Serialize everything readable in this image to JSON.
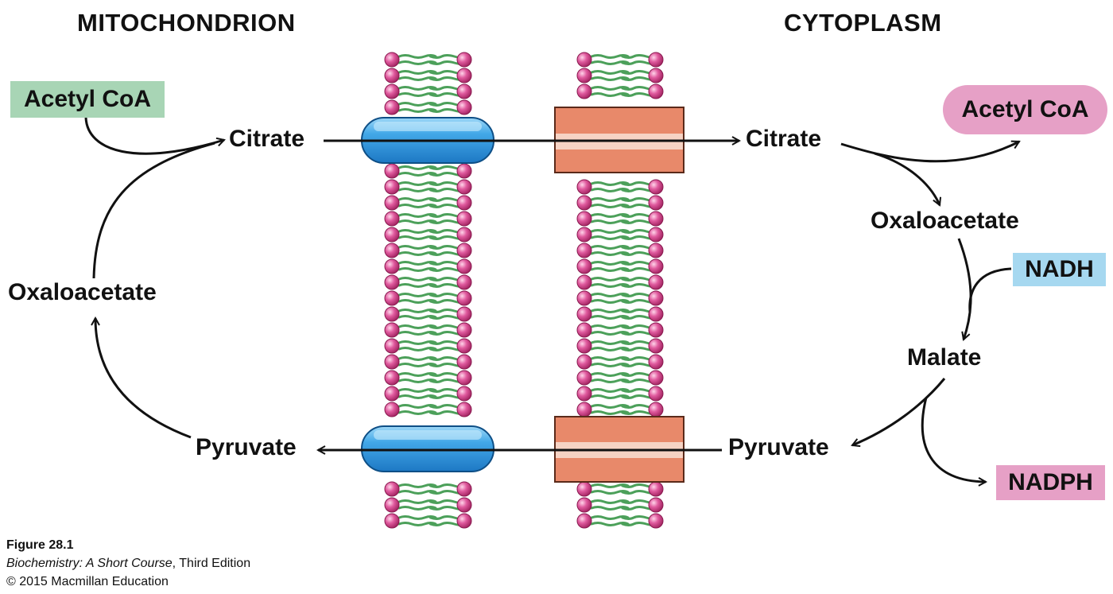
{
  "headers": {
    "left": "MITOCHONDRION",
    "right": "CYTOPLASM"
  },
  "mito": {
    "acetyl_coa": "Acetyl CoA",
    "citrate": "Citrate",
    "oxaloacetate": "Oxaloacetate",
    "pyruvate": "Pyruvate"
  },
  "cyto": {
    "acetyl_coa": "Acetyl CoA",
    "citrate": "Citrate",
    "oxaloacetate": "Oxaloacetate",
    "nadh": "NADH",
    "malate": "Malate",
    "pyruvate": "Pyruvate",
    "nadph": "NADPH"
  },
  "caption": {
    "figure": "Figure 28.1",
    "book_title": "Biochemistry: A Short Course",
    "edition": ", Third Edition",
    "copyright": "© 2015 Macmillan Education"
  },
  "colors": {
    "acetyl_coa_mito_box": "#a8d5b5",
    "acetyl_coa_cyto_box": "#e6a0c6",
    "nadh_box": "#a6d8f0",
    "nadph_box": "#e6a0c6",
    "lipid_head": "#d9478f",
    "lipid_tail": "#4ca05a",
    "carrier_blue": "#3aa3e3",
    "carrier_orange": "#e8896a"
  }
}
